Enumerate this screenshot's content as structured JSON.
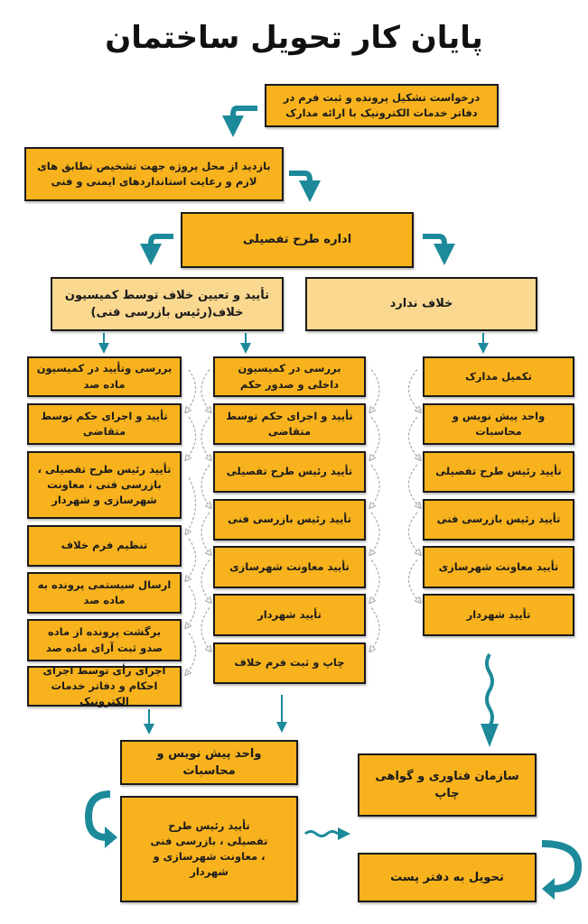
{
  "title": "پایان کار تحویل ساختمان",
  "colors": {
    "box": "#F7B21D",
    "box_light": "#FBD88F",
    "arrow": "#1C8A9A",
    "border": "#1a1a1a"
  },
  "top": {
    "request": "درخواست تشکیل پرونده و ثبت فرم در دفاتر خدمات الکترونیک با ارائه مدارک",
    "visit": "بازدید از محل پروژه جهت تشخیص تطابق های لازم و رعایت استانداردهای ایمنی و فنی",
    "office": "اداره طرح تفصیلی",
    "violation": "تأیید و تعیین خلاف توسط کمیسیون خلاف(رئیس بازرسی فنی)",
    "no_violation": "خلاف ندارد"
  },
  "col_left": [
    "بررسی وتأیید در کمیسیون ماده صد",
    "تأیید و اجرای حکم توسط متقاضی",
    "تأیید رئیس طرح تفصیلی ، بازرسی فنی ، معاونت شهرسازی و شهردار",
    "تنظیم فرم خلاف",
    "ارسال سیستمی پرونده به ماده صد",
    "برگشت پرونده از ماده صدو ثبت آرای ماده صد",
    "اجرای رأی توسط اجرای احکام و دفاتر خدمات الکترونیک"
  ],
  "col_mid": [
    "بررسی در کمیسیون داخلی و صدور حکم",
    "تأیید و اجرای حکم توسط متقاضی",
    "تأیید رئیس طرح تفصیلی",
    "تأیید رئیس بازرسی فنی",
    "تأیید معاونت شهرسازی",
    "تأیید شهردار",
    "چاپ و ثبت فرم خلاف"
  ],
  "col_right": [
    "تکمیل مدارک",
    "واحد پیش نویس و محاسبات",
    "تأیید رئیس طرح تفصیلی",
    "تأیید رئیس بازرسی فنی",
    "تأیید معاونت شهرسازی",
    "تأیید شهردار"
  ],
  "bottom": {
    "drafting": "واحد پیش نویس و محاسبات",
    "approvals": "تأیید رئیس طرح تفصیلی ، بازرسی فنی ، معاونت شهرسازی و شهردار",
    "print_org": "سازمان فناوری و گواهی چاپ",
    "post": "تحویل به دفتر پست"
  }
}
